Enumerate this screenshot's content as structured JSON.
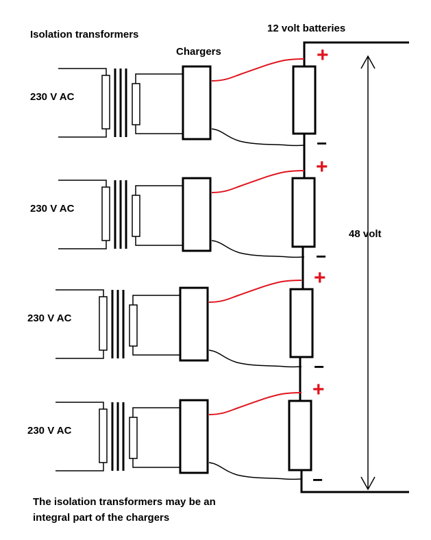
{
  "labels": {
    "isolation_transformers": "Isolation transformers",
    "chargers": "Chargers",
    "batteries": "12 volt batteries",
    "total_voltage": "48 volt",
    "note_line1": "The isolation transformers may be an",
    "note_line2": "integral part of the chargers"
  },
  "stages": [
    {
      "input": "230 V AC",
      "plus": "+",
      "minus": "−"
    },
    {
      "input": "230 V AC",
      "plus": "+",
      "minus": "−"
    },
    {
      "input": "230 V AC",
      "plus": "+",
      "minus": "−"
    },
    {
      "input": "230 V AC",
      "plus": "+",
      "minus": "−"
    }
  ],
  "colors": {
    "wire": "#000000",
    "positive": "#e0141e"
  }
}
